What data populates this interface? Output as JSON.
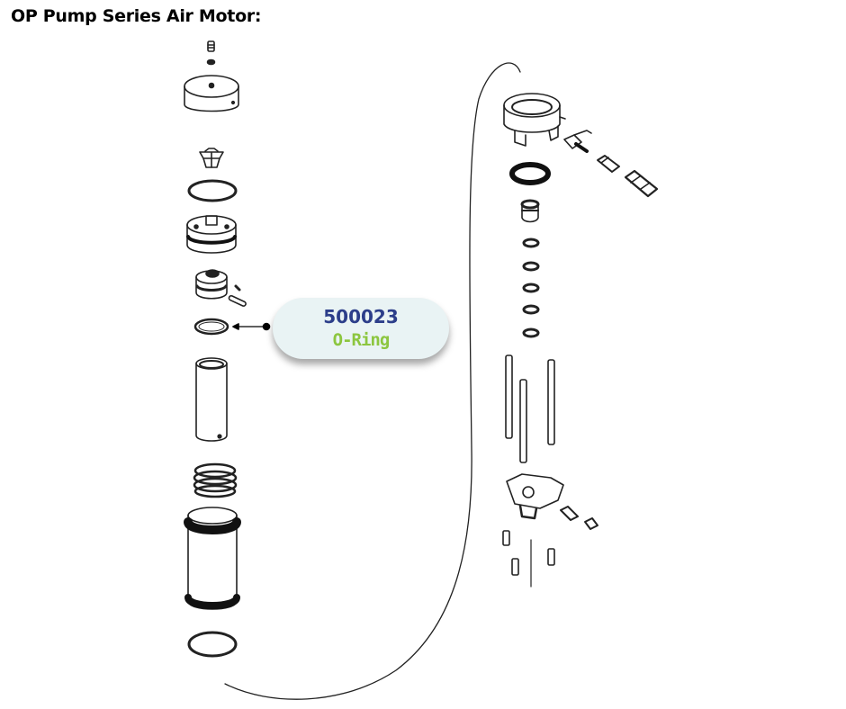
{
  "title": "OP Pump Series Air Motor:",
  "callout": {
    "part_number": "500023",
    "part_name": "O-Ring",
    "number_color": "#2c3e8a",
    "name_color": "#8cc63f",
    "background": "#e9f3f4"
  }
}
